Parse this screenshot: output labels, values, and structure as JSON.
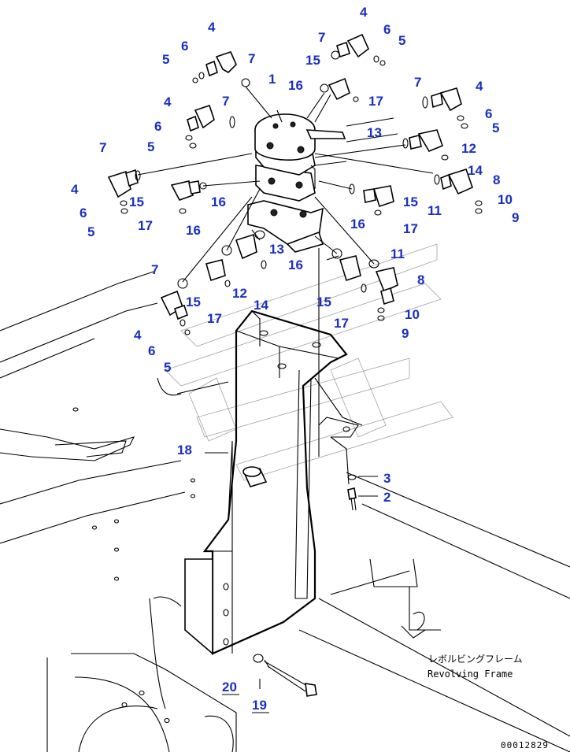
{
  "frame_label": {
    "japanese": "レボルビングフレーム",
    "english": "Revolving Frame"
  },
  "drawing_code": "00012829",
  "part_numbers": [
    "1",
    "2",
    "3",
    "4",
    "5",
    "6",
    "7",
    "8",
    "9",
    "10",
    "11",
    "12",
    "13",
    "14",
    "15",
    "16",
    "17",
    "18",
    "19",
    "20"
  ]
}
